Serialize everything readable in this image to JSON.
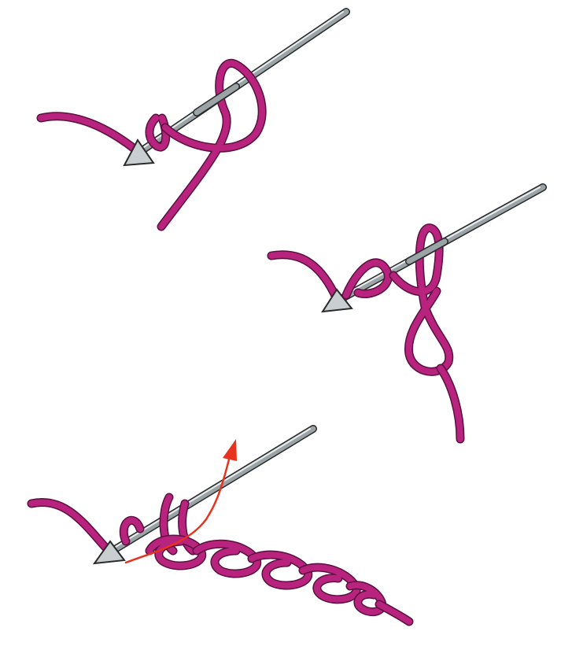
{
  "colors": {
    "yarn": "#b8237e",
    "yarn_outline": "#5a1040",
    "hook": "#9aa3a6",
    "arrow": "#e8321e",
    "background": "#ffffff"
  },
  "steps": [
    {
      "name": "slip-knot-on-hook"
    },
    {
      "name": "tighten-loop-on-hook"
    },
    {
      "name": "chain-stitches-yarn-over"
    }
  ]
}
